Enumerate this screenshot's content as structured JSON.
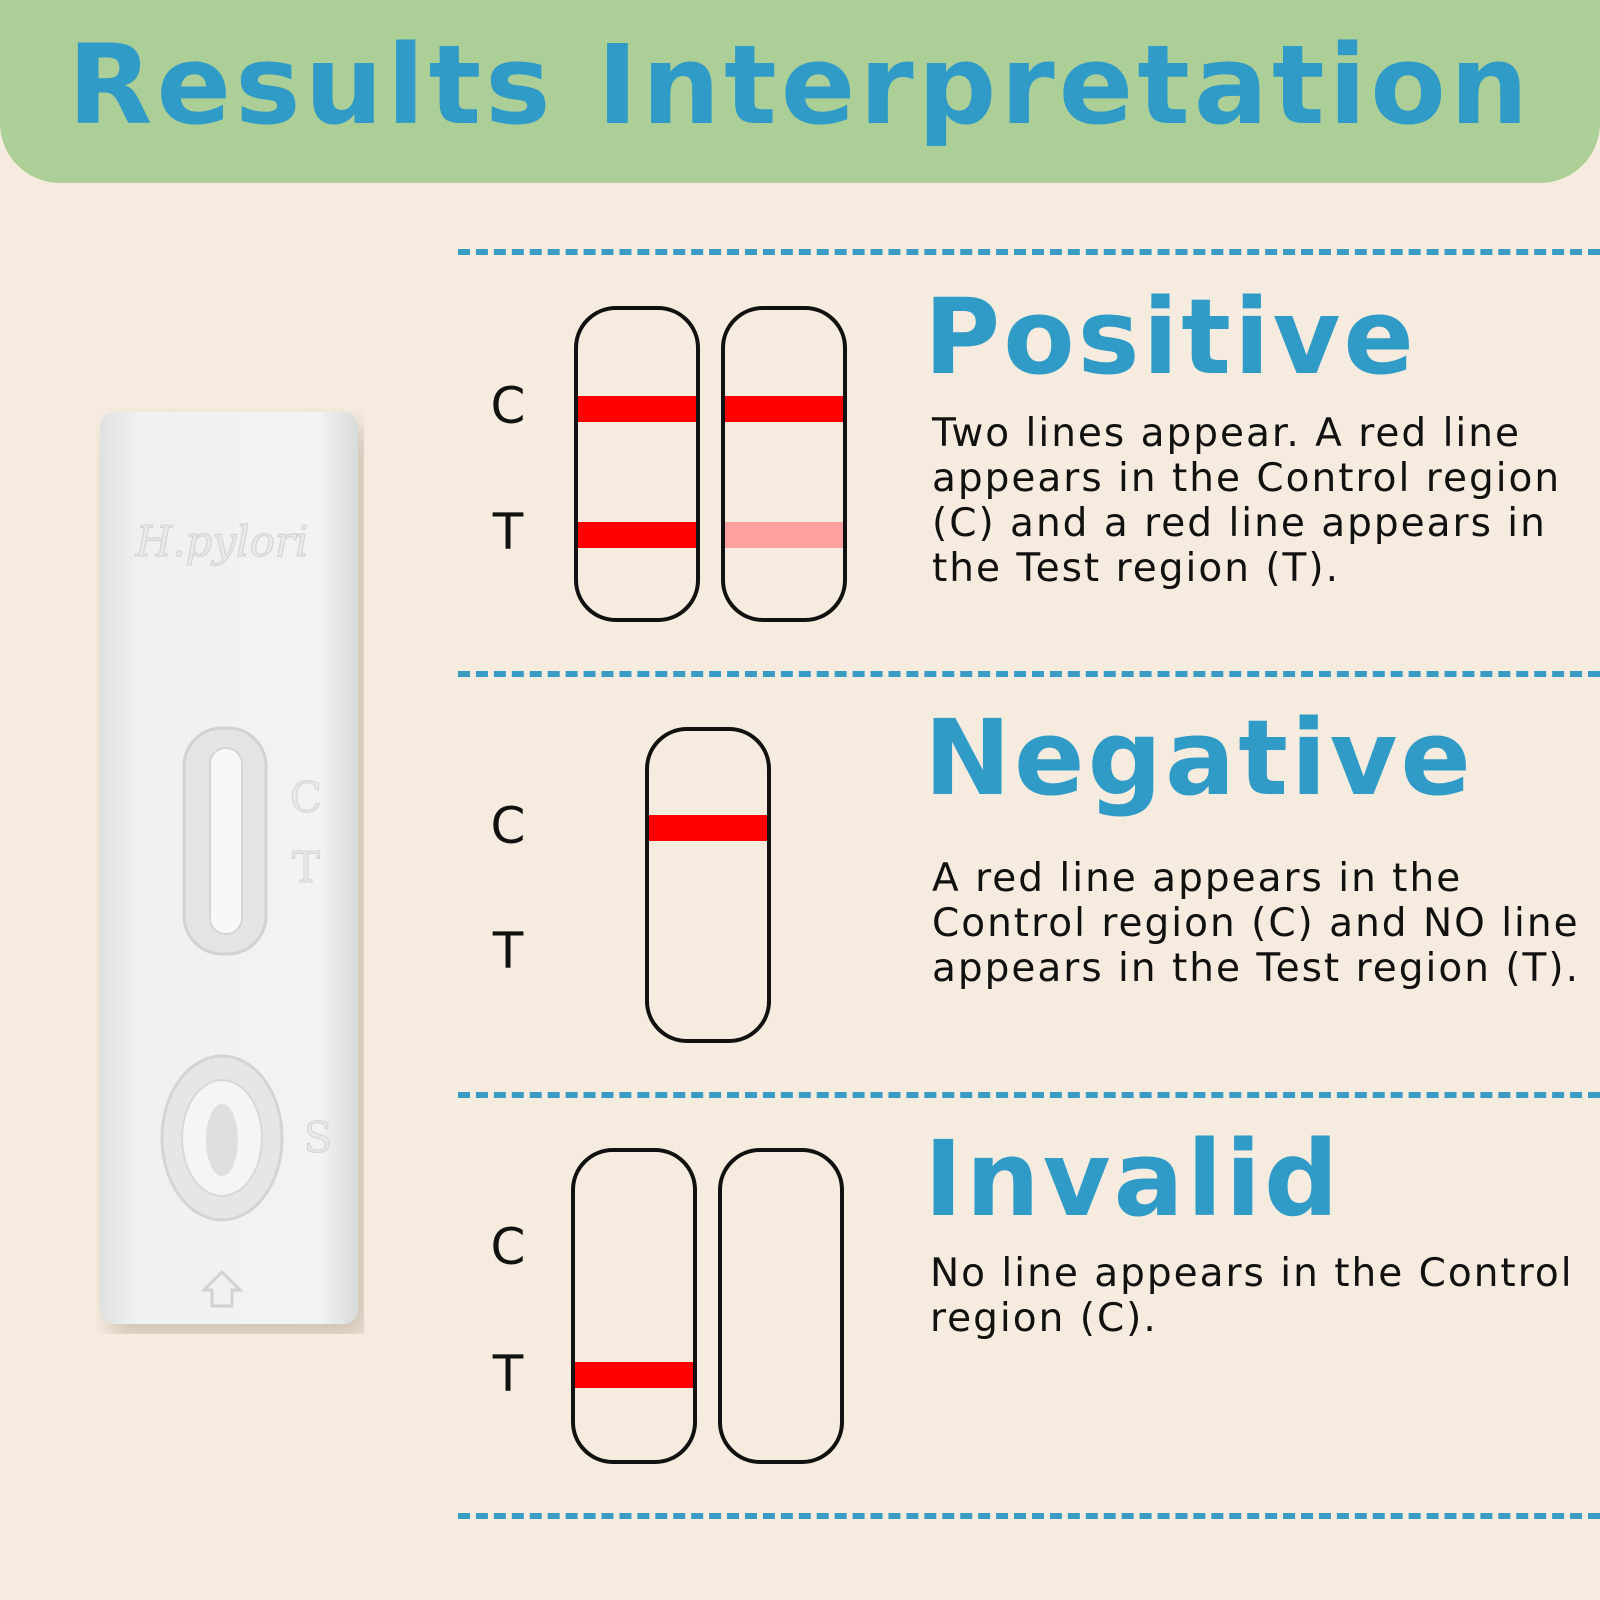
{
  "title": "Results Interpretation",
  "cassette": {
    "brand": "H.pylori",
    "window_c": "C",
    "window_t": "T",
    "sample_s": "S"
  },
  "colors": {
    "header_bg": "#acce97",
    "title_blue": "#2f9bc6",
    "divider_blue": "#3a9cc4",
    "band_red": "#ff0000",
    "band_faint": "#ffa0a0",
    "background": "#f5ecdf"
  },
  "results": [
    {
      "title": "Positive",
      "c_label": "C",
      "t_label": "T",
      "description": "Two lines appear. A red line appears in the Control region (C) and a red line appears in the Test region (T).",
      "strips": [
        {
          "control": "red",
          "test": "red"
        },
        {
          "control": "red",
          "test": "faint"
        }
      ]
    },
    {
      "title": "Negative",
      "c_label": "C",
      "t_label": "T",
      "description": "A red line appears in the Control region (C) and NO line appears in the Test region (T).",
      "strips": [
        {
          "control": "red",
          "test": "none"
        }
      ]
    },
    {
      "title": "Invalid",
      "c_label": "C",
      "t_label": "T",
      "description": "No line appears in the Control region (C).",
      "strips": [
        {
          "control": "none",
          "test": "red"
        },
        {
          "control": "none",
          "test": "none"
        }
      ]
    }
  ]
}
